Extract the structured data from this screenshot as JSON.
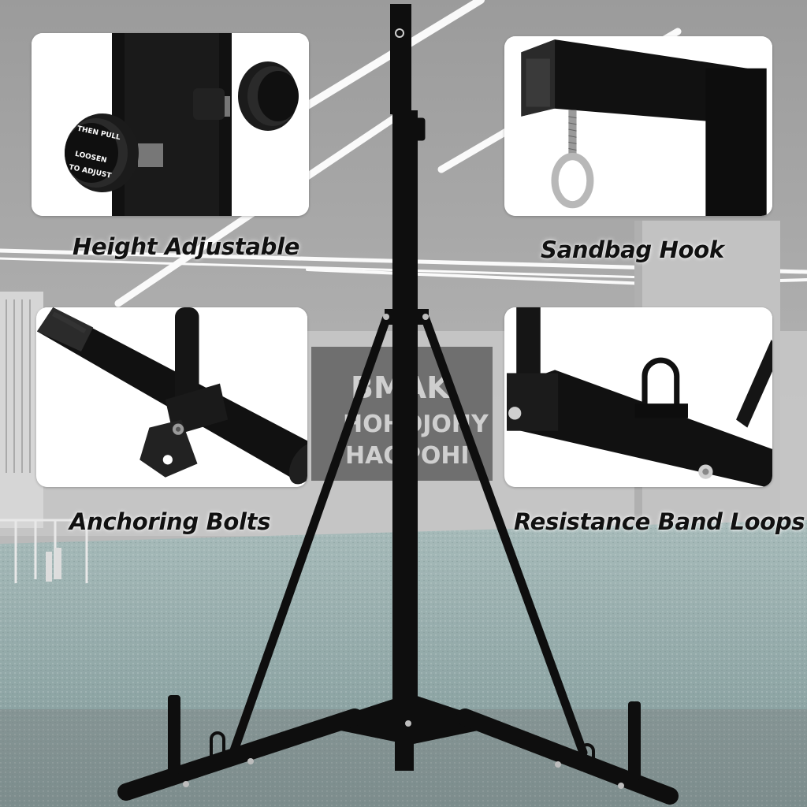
{
  "features": [
    {
      "id": "height",
      "caption": "Height Adjustable",
      "icon": "knob-icon",
      "knob_text": [
        "THEN PULL",
        "LOOSEN",
        "TO ADJUST"
      ]
    },
    {
      "id": "hook",
      "caption": "Sandbag Hook",
      "icon": "eye-hook-icon"
    },
    {
      "id": "bolts",
      "caption": "Anchoring Bolts",
      "icon": "bolt-bracket-icon"
    },
    {
      "id": "loops",
      "caption": "Resistance Band Loops",
      "icon": "band-loop-icon"
    }
  ],
  "background": {
    "wall_sign_lines": [
      "BMAK",
      "HOHOJOHY",
      "HAOPOHI"
    ],
    "floor_color": "#8fa7a6",
    "frame_color": "#0e0e0e"
  }
}
